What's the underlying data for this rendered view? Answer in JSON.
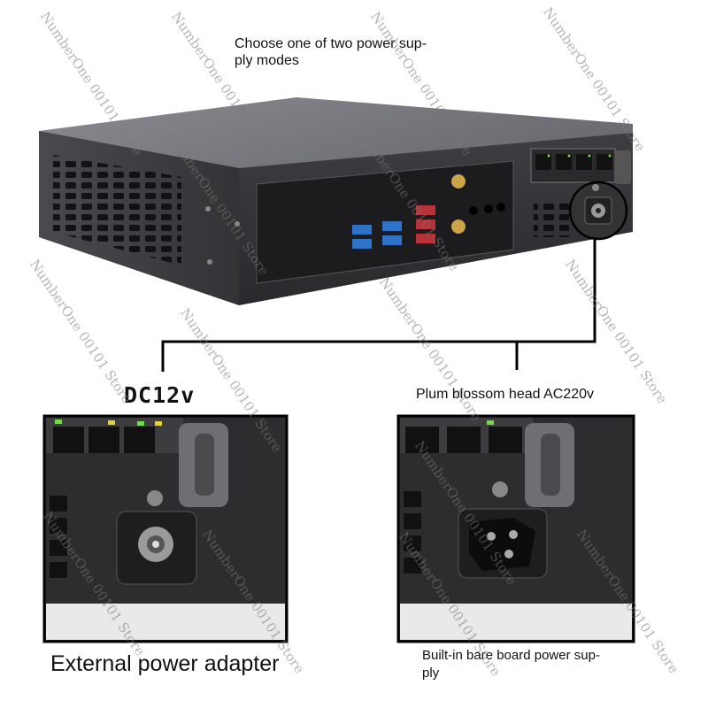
{
  "top_caption": "Choose one of two power sup-\nply modes",
  "dc_label": "DC12v",
  "ac_label": "Plum blossom head AC220v",
  "external_caption": "External power adapter",
  "builtin_caption": "Built-in bare board power sup-\nply",
  "watermark": "NumberOne 00101 Store",
  "colors": {
    "chassis": "#3c3c40",
    "chassis_top": "#6a6b70",
    "usb_blue": "#2f73c9",
    "usb_red": "#b8323a",
    "led_green": "#6fdc4a",
    "led_yellow": "#e5d23c"
  }
}
